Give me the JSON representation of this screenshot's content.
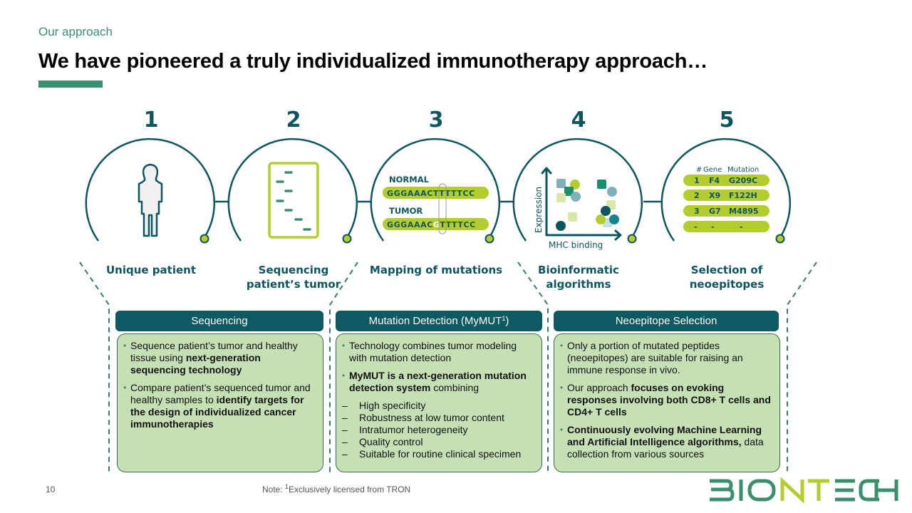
{
  "header": {
    "kicker": "Our approach",
    "title": "We have pioneered a truly individualized immunotherapy approach…"
  },
  "steps": [
    {
      "number": "1",
      "label_lines": [
        "Unique patient"
      ],
      "icon": "person-icon"
    },
    {
      "number": "2",
      "label_lines": [
        "Sequencing",
        "patient’s tumor"
      ],
      "icon": "sequencing-gel-icon"
    },
    {
      "number": "3",
      "label_lines": [
        "Mapping of mutations"
      ],
      "icon": "sequence-alignment-icon"
    },
    {
      "number": "4",
      "label_lines": [
        "Bioinformatic",
        "algorithms"
      ],
      "icon": "scatter-plot-icon"
    },
    {
      "number": "5",
      "label_lines": [
        "Selection of",
        "neoepitopes"
      ],
      "icon": "ranking-table-icon"
    }
  ],
  "mapping": {
    "normal_label": "NORMAL",
    "normal_seq": "GGGAAACTTTTTCC",
    "tumor_label": "TUMOR",
    "tumor_seq_prefix": "GGGAAAC",
    "tumor_seq_mut": "G",
    "tumor_seq_suffix": "TTTTCC"
  },
  "bioinformatics": {
    "y_axis": "Expression",
    "x_axis": "MHC binding"
  },
  "neoepitopes": {
    "headers": [
      "#",
      "Gene",
      "Mutation"
    ],
    "rows": [
      [
        "1",
        "F4",
        "G209C"
      ],
      [
        "2",
        "X9",
        "F122H"
      ],
      [
        "3",
        "G7",
        "M4895"
      ],
      [
        "-",
        "-",
        "-"
      ]
    ]
  },
  "columns": [
    {
      "header": "Sequencing",
      "bullets": [
        {
          "plain": "Sequence patient’s tumor and healthy tissue using ",
          "bold": "next-generation sequencing technology",
          "tail": ""
        },
        {
          "plain": "Compare patient’s sequenced tumor and healthy samples to ",
          "bold": "identify targets for the design of individualized cancer immunotherapies",
          "tail": ""
        }
      ]
    },
    {
      "header_main": "Mutation  Detection (MyMUT",
      "header_sup": "1",
      "header_end": ")",
      "bullets": [
        {
          "plain": "Technology combines tumor modeling with mutation detection",
          "bold": "",
          "tail": ""
        },
        {
          "plain": "",
          "bold": "MyMUT is a next-generation mutation detection system",
          "tail": " combining"
        }
      ],
      "dashes": [
        "High specificity",
        "Robustness at low tumor content",
        "Intratumor heterogeneity",
        "Quality control",
        "Suitable for routine clinical specimen"
      ]
    },
    {
      "header": "Neoepitope Selection",
      "bullets": [
        {
          "plain": "Only a portion of mutated peptides (neoepitopes) are suitable for raising an immune response in vivo.",
          "bold": "",
          "tail": ""
        },
        {
          "plain": "Our approach ",
          "bold": "focuses on evoking responses involving both CD8+ T cells and CD4+ T cells",
          "tail": ""
        },
        {
          "plain": "",
          "bold": "Continuously evolving Machine Learning and Artificial Intelligence algorithms,",
          "tail": " data collection from various sources"
        }
      ]
    }
  ],
  "footer": {
    "page_number": "10",
    "note_prefix": "Note: ",
    "note_sup": "1",
    "note_text": "Exclusively licensed from TRON"
  },
  "logo": {
    "text_a": "BIO",
    "text_b": "NT",
    "text_c": "ECH"
  },
  "colors": {
    "teal_dark": "#0e5560",
    "green_accent": "#3a8f6e",
    "lime": "#b5cc2e",
    "box_fill": "#c5e0b4"
  }
}
